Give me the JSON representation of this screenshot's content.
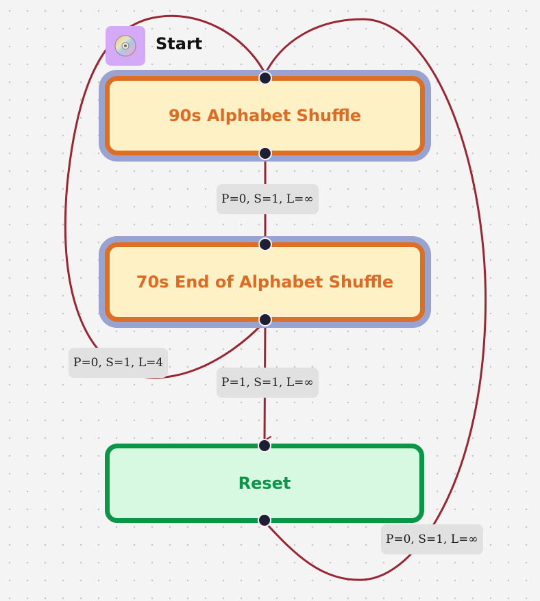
{
  "start": {
    "label": "Start",
    "icon": "cd-disc-icon",
    "icon_bg_color": "#d4aaf8"
  },
  "nodes": {
    "alphabet_shuffle_90s": {
      "label": "90s Alphabet Shuffle",
      "kind": "state"
    },
    "end_alphabet_shuffle_70s": {
      "label": "70s End of Alphabet Shuffle",
      "kind": "state"
    },
    "reset": {
      "label": "Reset",
      "kind": "reset"
    }
  },
  "edges": {
    "shuffle90_to_shuffle70": {
      "from": "90s Alphabet Shuffle",
      "to": "70s End of Alphabet Shuffle",
      "label": "P=0, S=1, L=∞"
    },
    "shuffle70_loop_back": {
      "from": "70s End of Alphabet Shuffle",
      "to": "90s Alphabet Shuffle",
      "label": "P=0, S=1, L=4"
    },
    "shuffle70_to_reset": {
      "from": "70s End of Alphabet Shuffle",
      "to": "Reset",
      "label": "P=1, S=1, L=∞"
    },
    "reset_to_shuffle90": {
      "from": "Reset",
      "to": "90s Alphabet Shuffle",
      "label": "P=0, S=1, L=∞"
    }
  },
  "colors": {
    "edge": "#9b2530",
    "state_fill": "#fff1c6",
    "state_border": "#df6e25",
    "state_halo": "#99a3d1",
    "reset_fill": "#d7f9e1",
    "reset_border": "#099647",
    "port": "#1f1e33",
    "label_bg": "#e1e1e1"
  }
}
